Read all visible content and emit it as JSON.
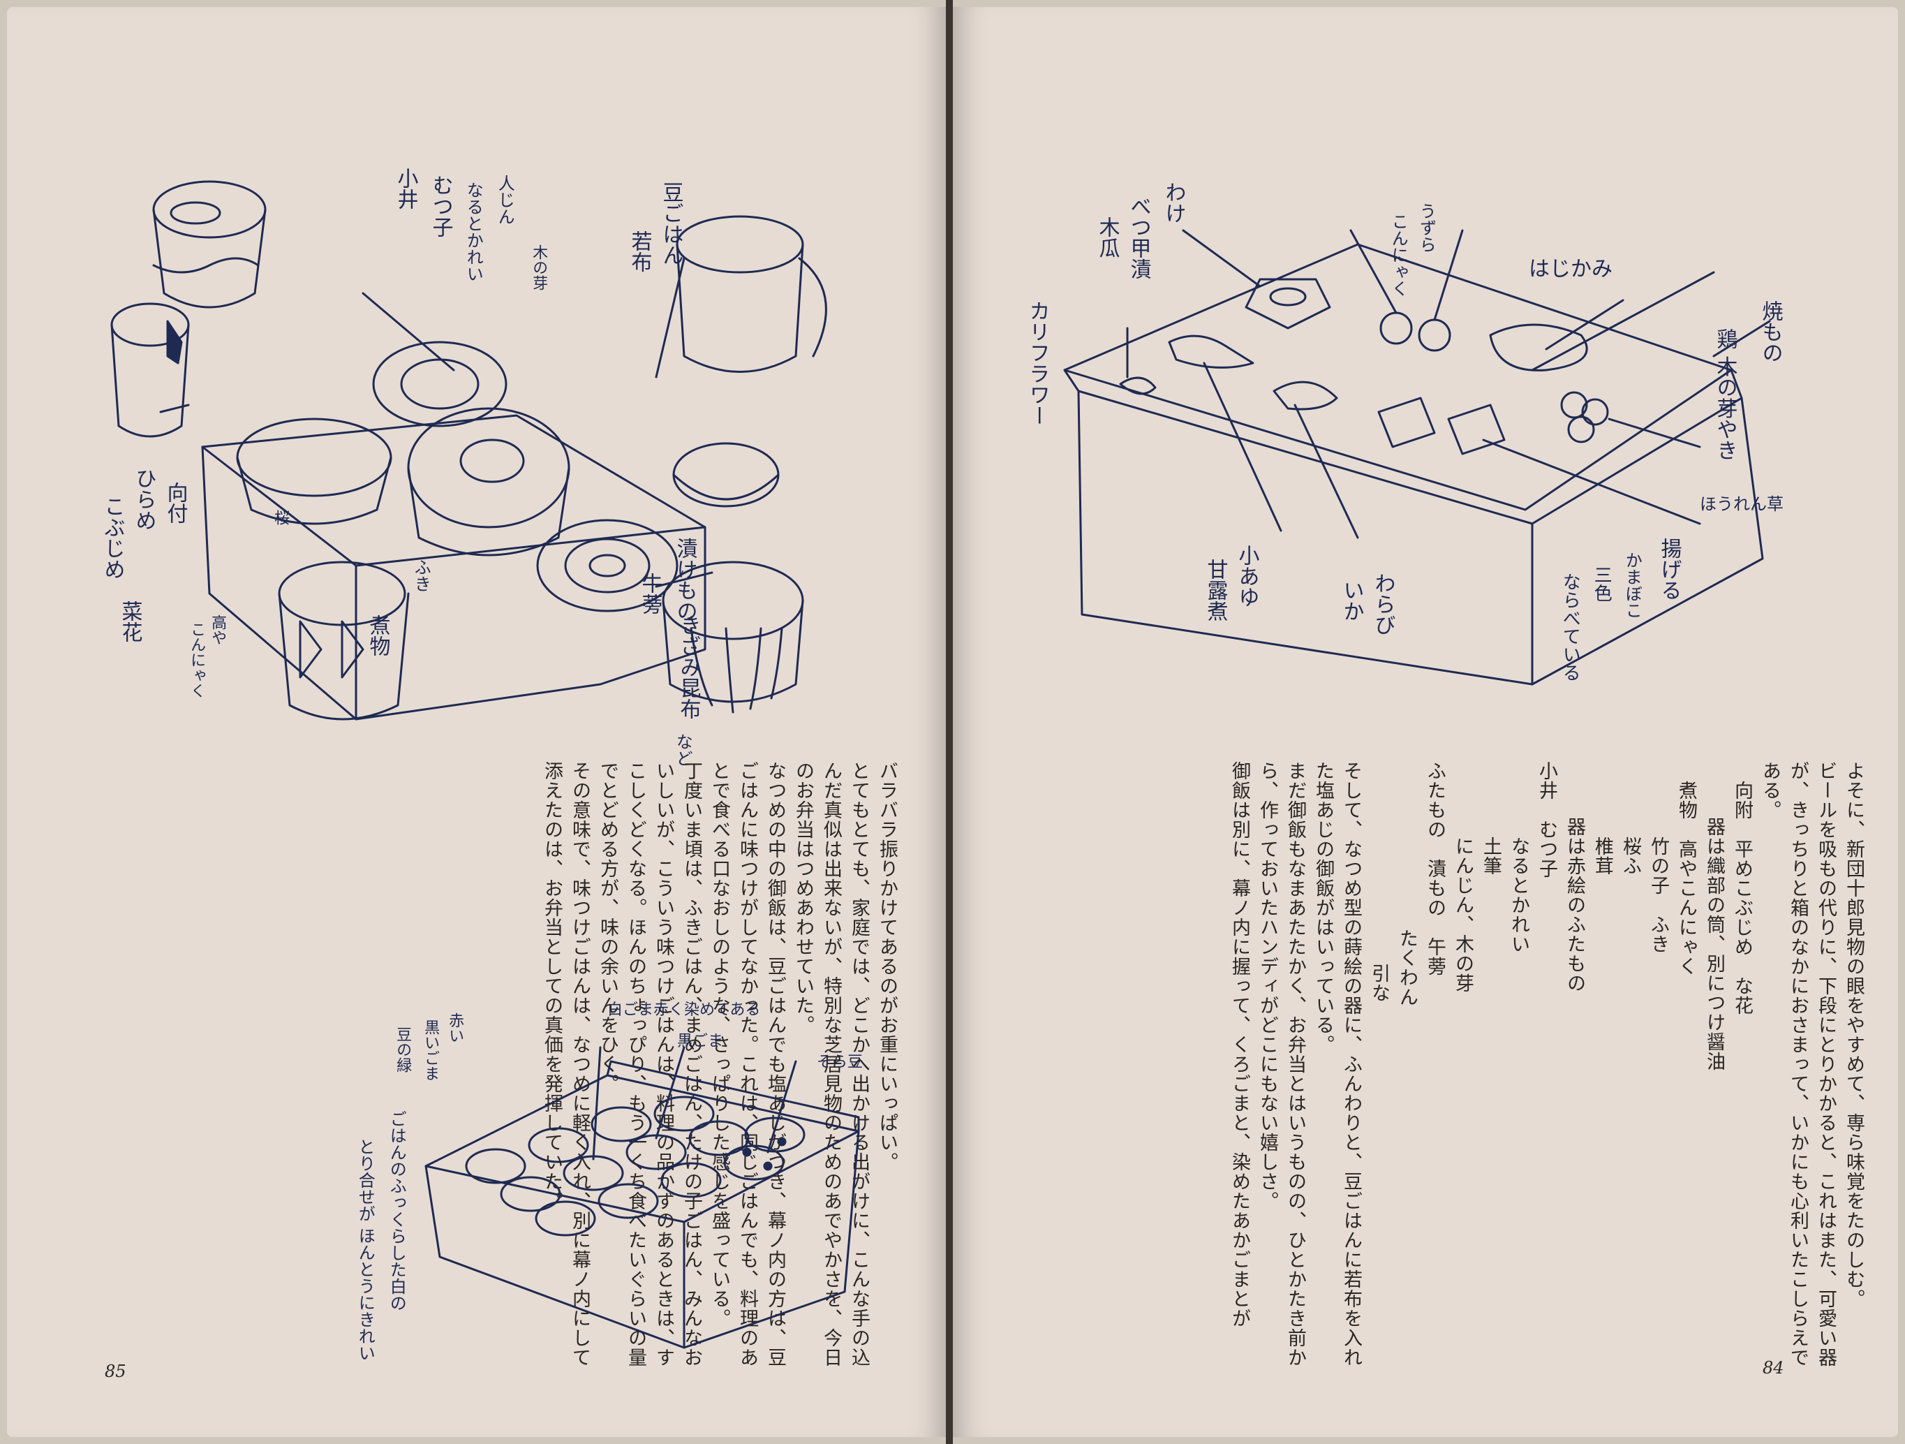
{
  "left_page": {
    "page_number": "85",
    "illustration_top_labels": {
      "kosara": "小井",
      "mutsuko": "むつ子",
      "nuruto": "なるとかれい",
      "ninjin": "人じん",
      "kinome": "木の芽",
      "mame": "豆ごはん",
      "wakame": "若布",
      "mukouzuke": "向付",
      "hirame": "ひらめ",
      "konbujime": "こぶじめ",
      "nanohana": "菜花",
      "sakura": "桜",
      "fuki": "ふき",
      "nimono": "煮物",
      "takako": "高や",
      "konnyaku": "こんにゃく",
      "tsukemono": "漬けもの",
      "gobou": "牛蒡",
      "kizami": "きざみ昆布",
      "nado": "など"
    },
    "illustration_bottom_labels": {
      "shirogoma": "白ごま赤く染めてある",
      "kurogoma": "黒ごま",
      "akai": "赤い",
      "kuroigoma": "黒いごま",
      "mame_no_midori": "豆の緑",
      "gohan": "ごはんのふっくらした白の",
      "toriawase": "とり合せが ほんとうにきれい",
      "sora": "そら豆"
    },
    "prose": [
      "バラバラ振りかけてあるのがお重にいっぱい。",
      "とてもとても、家庭では、どこかへ出かける出がけに、こんな手の込んだ真似は出来ないが、特別な芝居見物のためのあでやかさを、今日のお弁当はつめあわせていた。",
      "なつめの中の御飯は、豆ごはんでも塩あじがつき、幕ノ内の方は、豆ごはんに味つけがしてなかった。これは、同じごはんでも、料理のあとで食べる口なおしのような、さっぱりした感じを盛っている。",
      "丁度いま頃は、ふきごはん、まめごはん、たけの子ごはん、みんなおいしいが、こういう味つけごはんは、料理の品かずのあるときは、すこしくどくなる。ほんのちょっぴり、もう一くち食べたいぐらいの量でとどめる方が、味の余いんをひく。",
      "その意味で、味つけごはんは、なつめに軽く入れ、別に幕ノ内にして添えたのは、お弁当としての真価を発揮していた。"
    ]
  },
  "right_page": {
    "page_number": "84",
    "illustration_labels": {
      "kaifu": "わけ",
      "betsu": "べつ甲漬",
      "mokka": "木瓜",
      "karifurawa": "カリフラワー",
      "uzura": "うずら",
      "konnyaku": "こんにゃく",
      "hajikami": "はじかみ",
      "yakimono": "焼もの",
      "tori": "鶏 木の芽やき",
      "hourensou": "ほうれん草",
      "ageru": "揚げる",
      "kamaboko": "かまぼこ",
      "sansai": "三色",
      "narae": "ならべている",
      "koayu": "小あゆ",
      "ayu": "甘露煮",
      "warabi": "わらび",
      "ika": "いか"
    },
    "prose_intro": [
      "よそに、新団十郎見物の眼をやすめて、専ら味覚をたのしむ。",
      "ビールを吸もの代りに、下段にとりかかると、これはまた、可愛い器が、きっちりと箱のなかにおさまって、いかにも心利いたこしらえである。"
    ],
    "menu": [
      {
        "head": "向附",
        "body": "平めこぶじめ　な花"
      },
      {
        "head": "",
        "body": "器は織部の筒、別につけ醤油"
      },
      {
        "head": "煮物",
        "body": "高やこんにゃく"
      },
      {
        "head": "",
        "body": "竹の子　ふき"
      },
      {
        "head": "",
        "body": "桜ふ"
      },
      {
        "head": "",
        "body": "椎茸"
      },
      {
        "head": "",
        "body": "器は赤絵のふたもの"
      },
      {
        "head": "小井",
        "body": "むつ子"
      },
      {
        "head": "",
        "body": "なるとかれい"
      },
      {
        "head": "",
        "body": "土筆"
      },
      {
        "head": "",
        "body": "にんじん、木の芽"
      },
      {
        "head": "ふたもの",
        "body": "漬もの　午蒡"
      },
      {
        "head": "",
        "body": "たくわん"
      },
      {
        "head": "",
        "body": "引な"
      }
    ],
    "prose_outro": [
      "そして、なつめ型の蒔絵の器に、ふんわりと、豆ごはんに若布を入れた塩あじの御飯がはいっている。",
      "まだ御飯もなまあたたかく、お弁当とはいうものの、ひとかたき前から、作っておいたハンディがどこにもない嬉しさ。",
      "御飯は別に、幕ノ内に握って、くろごまと、染めたあかごまとが"
    ]
  },
  "colors": {
    "paper": "#e6dcd4",
    "ink": "#1f2a52",
    "text": "#2a2623",
    "spine": "#3b332d"
  }
}
